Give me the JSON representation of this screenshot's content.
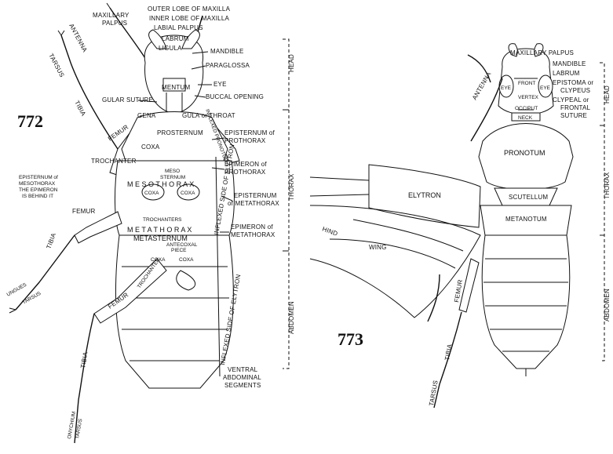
{
  "figure_772": {
    "number": "772",
    "labels": {
      "maxillary_palpus_1": "MAXILLARY",
      "maxillary_palpus_2": "PALPUS",
      "outer_lobe": "OUTER LOBE OF MAXILLA",
      "inner_lobe": "INNER LOBE OF MAXILLA",
      "labial_palpus": "LABIAL PALPUS",
      "labrum": "LABRUM",
      "ligula": "LIGULA",
      "mandible": "MANDIBLE",
      "paraglossa": "PARAGLOSSA",
      "antenna": "ANTENNA",
      "tarsus_front": "TARSUS",
      "tibia_front": "TIBIA",
      "mentum": "MENTUM",
      "eye": "EYE",
      "buccal_opening": "BUCCAL OPENING",
      "gular_suture": "GULAR SUTURE",
      "gena": "GENA",
      "gula": "GULA or THROAT",
      "prosternum": "PROSTERNUM",
      "inflexed_pronotum": "INFLEXED PRONOTUM",
      "femur_front": "FEMUR",
      "coxa_front": "COXA",
      "episternum_prothorax_1": "EPISTERNUM of",
      "episternum_prothorax_2": "PROTHORAX",
      "trochanter": "TROCHANTER",
      "epimeron_prothorax_1": "EPIMERON of",
      "epimeron_prothorax_2": "PROTHORAX",
      "mesosternum_1": "MESO",
      "mesosternum_2": "STERNUM",
      "mesothorax_word": "M E S O T H O R A X",
      "episternum_mesothorax_1": "EPISTERNUM of",
      "episternum_mesothorax_2": "MESOTHORAX",
      "episternum_mesothorax_3": "THE EPIMERON",
      "episternum_mesothorax_4": "IS BEHIND IT",
      "coxa_mid_left": "COXA",
      "coxa_mid_right": "COXA",
      "episternum_metathorax_1": "EPISTERNUM",
      "episternum_metathorax_2": "of METATHORAX",
      "femur_mid": "FEMUR",
      "trochanters": "TROCHANTERS",
      "metathorax_word": "M E T A T H O R A X",
      "metasternum": "METASTERNUM",
      "epimeron_metathorax_1": "EPIMERON of",
      "epimeron_metathorax_2": "METATHORAX",
      "antecoxal_1": "ANTECOXAL",
      "antecoxal_2": "PIECE",
      "tibia_mid": "TIBIA",
      "coxa_hind_left": "COXA",
      "coxa_hind_right": "COXA",
      "inflexed_elytron": "INFLEXED SIDE OF ELYTRON",
      "ungues": "UNGUES",
      "tarsus_mid": "TARSUS",
      "femur_hind": "FEMUR",
      "trochanter_hind": "TROCHANTER",
      "inflexed_elytron_lower": "INFLEXED SIDE OF ELYTRON",
      "ventral_1": "VENTRAL",
      "ventral_2": "ABDOMINAL",
      "ventral_3": "SEGMENTS",
      "tibia_hind": "TIBIA",
      "onychium": "ONYCHIUM",
      "tarsus_hind": "TARSUS",
      "head": "HEAD",
      "thorax": "THORAX",
      "abdomen": "ABDOMEN"
    }
  },
  "figure_773": {
    "number": "773",
    "labels": {
      "maxillary_palpus": "MAXILLARY PALPUS",
      "mandible": "MANDIBLE",
      "labrum": "LABRUM",
      "epistoma_1": "EPISTOMA or",
      "epistoma_2": "CLYPEUS",
      "clypeal_1": "CLYPEAL or",
      "clypeal_2": "FRONTAL",
      "clypeal_3": "SUTURE",
      "antenna": "ANTENNA",
      "front": "FRONT",
      "eye_left": "EYE",
      "eye_right": "EYE",
      "vertex": "VERTEX",
      "occiput": "OCCIPUT",
      "neck": "NECK",
      "pronotum": "PRONOTUM",
      "elytron": "ELYTRON",
      "scutellum": "SCUTELLUM",
      "metanotum": "METANOTUM",
      "hind": "HIND",
      "wing": "WING",
      "femur": "FEMUR",
      "tibia": "TIBIA",
      "tarsus": "TARSUS",
      "head": "HEAD",
      "thorax": "THORAX",
      "abdomen": "ABDOMEN"
    }
  }
}
